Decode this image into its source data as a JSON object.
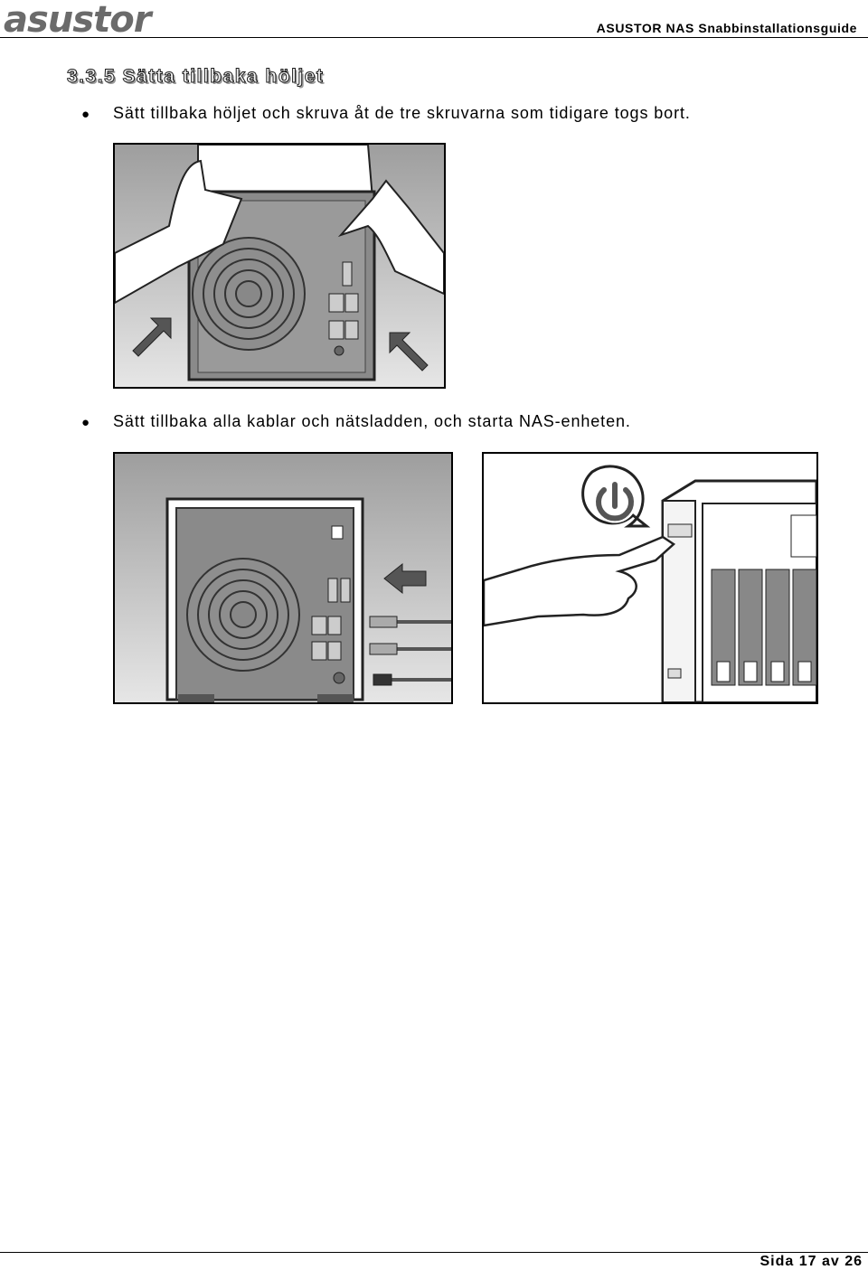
{
  "header": {
    "logo_text": "asustor",
    "title": "ASUSTOR NAS Snabbinstallationsguide"
  },
  "section": {
    "number": "3.3.5",
    "title": "Sätta tillbaka höljet",
    "heading": "3.3.5 Sätta tillbaka höljet"
  },
  "steps": [
    {
      "text": "Sätt tillbaka höljet och skruva åt de tre skruvarna som tidigare togs bort."
    },
    {
      "text": "Sätt tillbaka alla kablar och nätsladden, och starta NAS-enheten."
    }
  ],
  "figures": [
    {
      "name": "Reattaching the cover"
    },
    {
      "name": "Reconnecting cables"
    },
    {
      "name": "Pressing the power button"
    }
  ],
  "colors": {
    "text": "#000000",
    "logo": "#6b6b6b",
    "illustration_bg": "#d4d4d4",
    "arrow": "#555555"
  },
  "footer": {
    "page": "Sida 17 av 26"
  }
}
